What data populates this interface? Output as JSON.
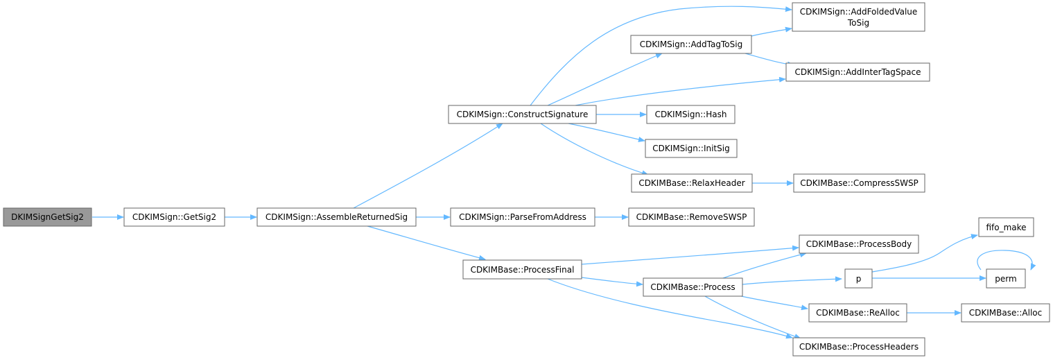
{
  "colors": {
    "edge": "#63b8ff",
    "node_border": "#666666",
    "root_fill": "#999999",
    "node_fill": "#ffffff"
  },
  "nodes": {
    "dkimsigngetsig2": "DKIMSignGetSig2",
    "getsig2": "CDKIMSign::GetSig2",
    "assemblereturnedsig": "CDKIMSign::AssembleReturnedSig",
    "constructsignature": "CDKIMSign::ConstructSignature",
    "addtagtosig": "CDKIMSign::AddTagToSig",
    "addfoldedvalue_line1": "CDKIMSign::AddFoldedValue",
    "addfoldedvalue_line2": "ToSig",
    "addintertagspace": "CDKIMSign::AddInterTagSpace",
    "hash": "CDKIMSign::Hash",
    "initsig": "CDKIMSign::InitSig",
    "relaxheader": "CDKIMBase::RelaxHeader",
    "compressswsp": "CDKIMBase::CompressSWSP",
    "parsefromaddress": "CDKIMSign::ParseFromAddress",
    "removeswsp": "CDKIMBase::RemoveSWSP",
    "processfinal": "CDKIMBase::ProcessFinal",
    "processbody": "CDKIMBase::ProcessBody",
    "process": "CDKIMBase::Process",
    "p": "p",
    "fifo_make": "fifo_make",
    "perm": "perm",
    "realloc": "CDKIMBase::ReAlloc",
    "alloc": "CDKIMBase::Alloc",
    "processheaders": "CDKIMBase::ProcessHeaders"
  }
}
